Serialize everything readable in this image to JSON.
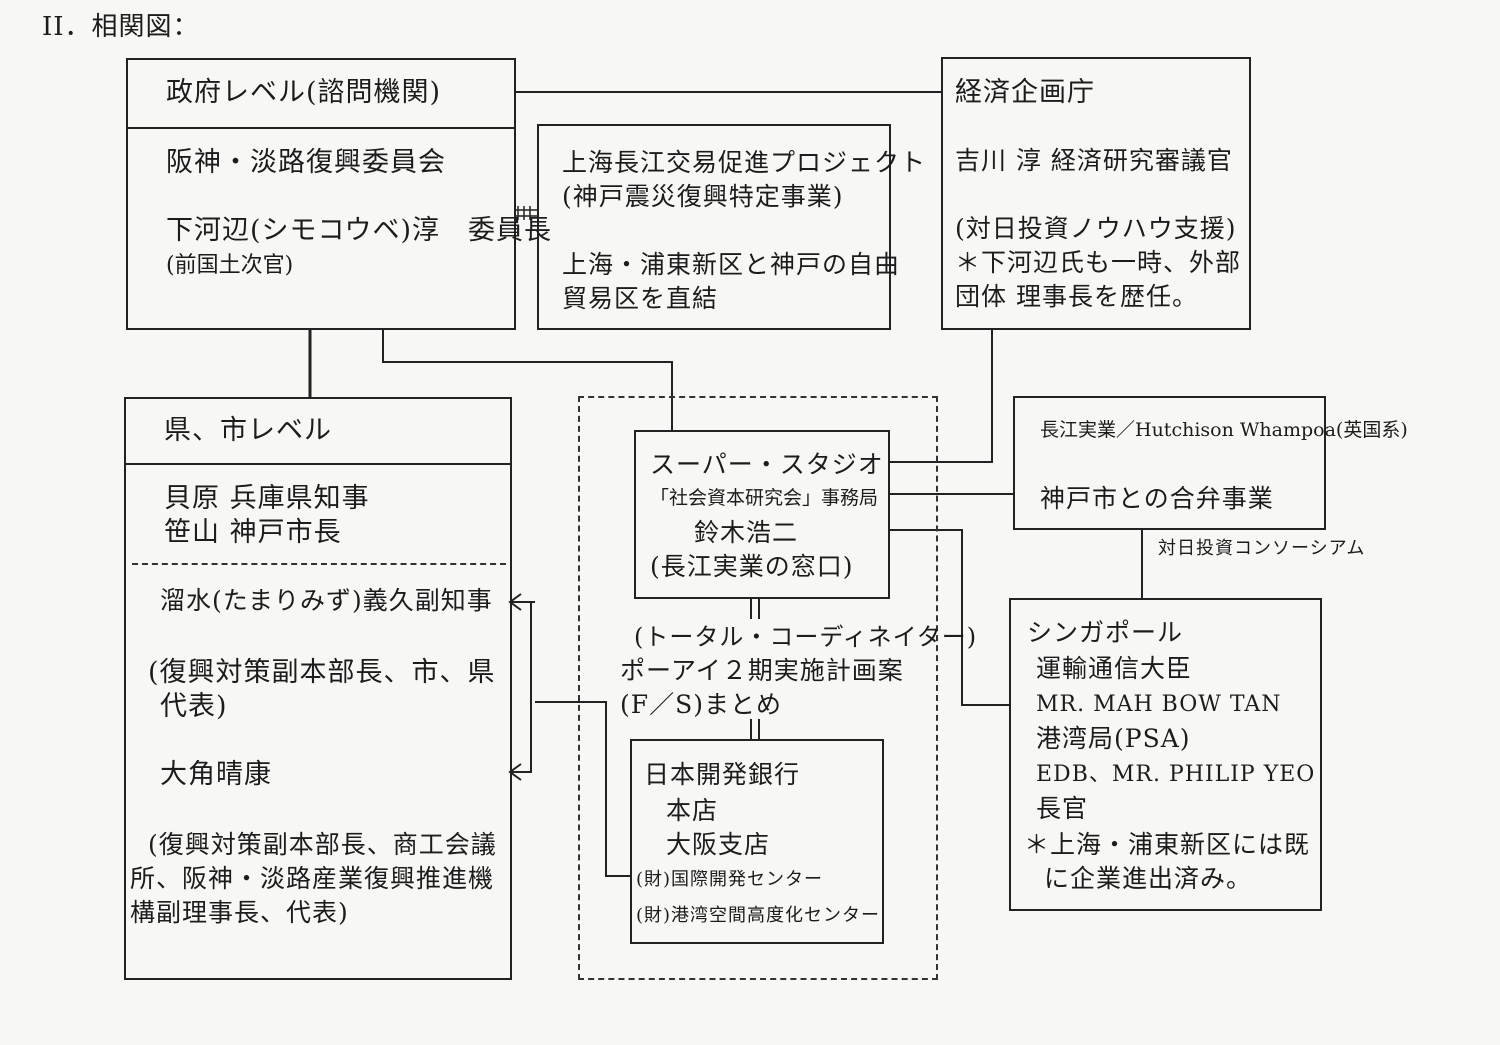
{
  "heading": "II．相関図：",
  "gov": {
    "header": "政府レベル(諮問機関)",
    "committee": "阪神・淡路復興委員会",
    "chair": "下河辺(シモコウベ)淳　委員長",
    "chair_note": "(前国土次官)"
  },
  "shanghai": {
    "line1": "上海長江交易促進プロジェクト",
    "line2": "(神戸震災復興特定事業)",
    "line3": "上海・浦東新区と神戸の自由",
    "line4": "貿易区を直結"
  },
  "epa": {
    "header": "経済企画庁",
    "person": "吉川 淳 経済研究審議官",
    "line1": "(対日投資ノウハウ支援)",
    "line2": "＊下河辺氏も一時、外部",
    "line3": "団体 理事長を歴任。"
  },
  "pref": {
    "header": "県、市レベル",
    "line1": "貝原 兵庫県知事",
    "line2": "笹山 神戸市長",
    "line3": "溜水(たまりみず)義久副知事",
    "line4": "(復興対策副本部長、市、県",
    "line5": "代表)",
    "line6": "大角晴康",
    "line7": "(復興対策副本部長、商工会議",
    "line8": "所、阪神・淡路産業復興推進機",
    "line9": "構副理事長、代表)"
  },
  "studio": {
    "line1": "スーパー・スタジオ",
    "line2": "「社会資本研究会」事務局",
    "line3": "鈴木浩二",
    "line4": "(長江実業の窓口)"
  },
  "coordinator": {
    "line1": "(トータル・コーディネイター)",
    "line2": "ポーアイ２期実施計画案",
    "line3": "(F／S)まとめ"
  },
  "bank": {
    "line1": "日本開発銀行",
    "line2": "本店",
    "line3": "大阪支店",
    "line4": "(財)国際開発センター",
    "line5": "(財)港湾空間高度化センター"
  },
  "cheung": {
    "line1": "長江実業／Hutchison Whampoa(英国系)",
    "line2": "神戸市との合弁事業"
  },
  "consortium_label": "対日投資コンソーシアム",
  "singapore": {
    "line1": "シンガポール",
    "line2": "運輸通信大臣",
    "line3": "MR. MAH BOW TAN",
    "line4": "港湾局(PSA)",
    "line5": "EDB、MR. PHILIP YEO",
    "line6": "長官",
    "line7": "＊上海・浦東新区には既",
    "line8": "に企業進出済み。"
  }
}
